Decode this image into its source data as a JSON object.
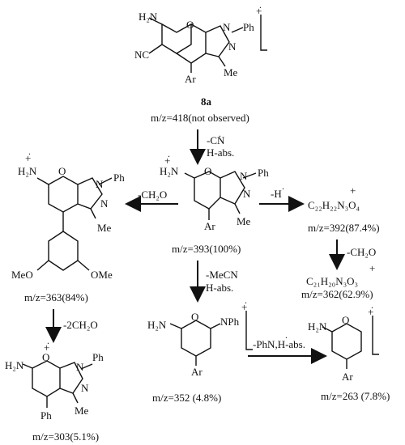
{
  "title": "8a",
  "top_mz": "m/z=418(not observed)",
  "step_top": [
    "-CN",
    "H-abs."
  ],
  "mol": {
    "top": {
      "nh2": "H₂N",
      "o": "O",
      "n1": "N",
      "ph": "Ph",
      "n2": "N",
      "nc": "NC",
      "ar": "Ar",
      "me": "Me"
    },
    "center": {
      "nh2": "H₂N",
      "o": "O",
      "n1": "N",
      "ph": "Ph",
      "n2": "N",
      "ar": "Ar",
      "me": "Me"
    },
    "left": {
      "h2n": "H₂N",
      "o": "O",
      "n1": "N",
      "ph": "Ph",
      "n2": "N",
      "me": "Me",
      "ome1": "MeO",
      "ome2": "OMe"
    },
    "bottom_left": {
      "h2n": "H₂N",
      "o": "O",
      "n1": "N",
      "ph": "Ph",
      "n2": "N",
      "ph2": "Ph",
      "me": "Me"
    },
    "middle_bottom": {
      "h2n": "H₂N",
      "o": "O",
      "nph": "NPh",
      "ar": "Ar"
    },
    "right_bottom": {
      "h2n": "H₂N",
      "o": "O",
      "ar": "Ar"
    }
  },
  "center_mz": "m/z=393(100%)",
  "left_step": "-CH₂O",
  "left_mz": "m/z=363(84%)",
  "left_down_step": "-2CH₂O",
  "bottom_left_mz": "m/z=303(5.1%)",
  "right_step": "-H",
  "right_formula": "C₂₂H₂₂N₃O₄",
  "right_mz": "m/z=392(87.4%)",
  "right_down_step": "-CH₂O",
  "right2_formula": "C₂₁H₂₀N₃O₃",
  "right2_mz": "m/z=362(62.9%)",
  "center_down_step": [
    "-MeCN",
    "H-abs."
  ],
  "middle_bottom_mz": "m/z=352 (4.8%)",
  "bottom_right_step": "-PhN,H-abs.",
  "bottom_right_mz": "m/z=263 (7.8%)"
}
